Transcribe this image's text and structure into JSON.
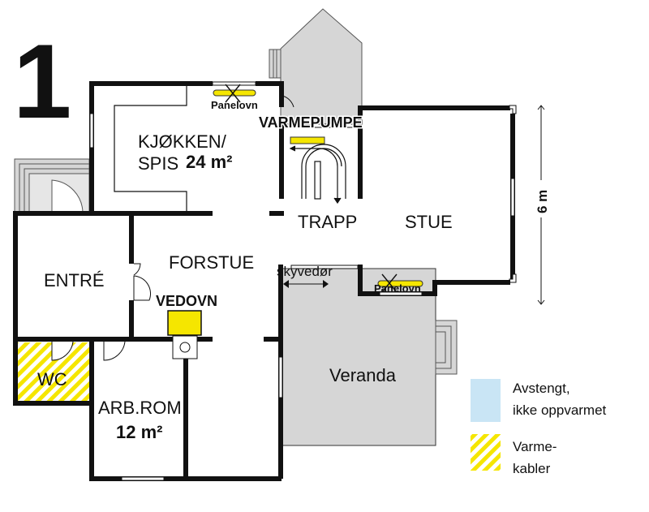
{
  "floor_number": "1",
  "rooms": {
    "kitchen_line1": "KJØKKEN/",
    "kitchen_line2": "SPIS",
    "kitchen_area": "24 m²",
    "stairs": "TRAPP",
    "living": "STUE",
    "hall": "FORSTUE",
    "entry": "ENTRÉ",
    "wc": "WC",
    "office": "ARB.ROM",
    "office_area": "12 m²",
    "veranda": "Veranda"
  },
  "appliances": {
    "panel_heater_kitchen": "Panelovn",
    "heat_pump": "VARMEPUMPE",
    "panel_heater_living": "Panelovn",
    "wood_stove": "VEDOVN",
    "sliding_door": "skyvedør"
  },
  "dimension": "6 m",
  "legend": [
    {
      "line1": "Avstengt,",
      "line2": "ikke oppvarmet",
      "color": "#c9e5f5"
    },
    {
      "line1": "Varme-",
      "line2": "kabler",
      "color": "#f5e600"
    }
  ],
  "colors": {
    "veranda": "#d6d6d6",
    "heater": "#f5e600"
  }
}
